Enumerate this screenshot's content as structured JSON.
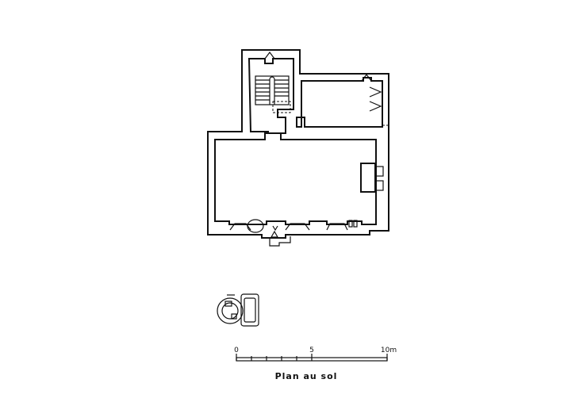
{
  "caption": "Plan au sol",
  "scale_bar": {
    "labels": [
      "0",
      "5",
      "10m"
    ]
  }
}
